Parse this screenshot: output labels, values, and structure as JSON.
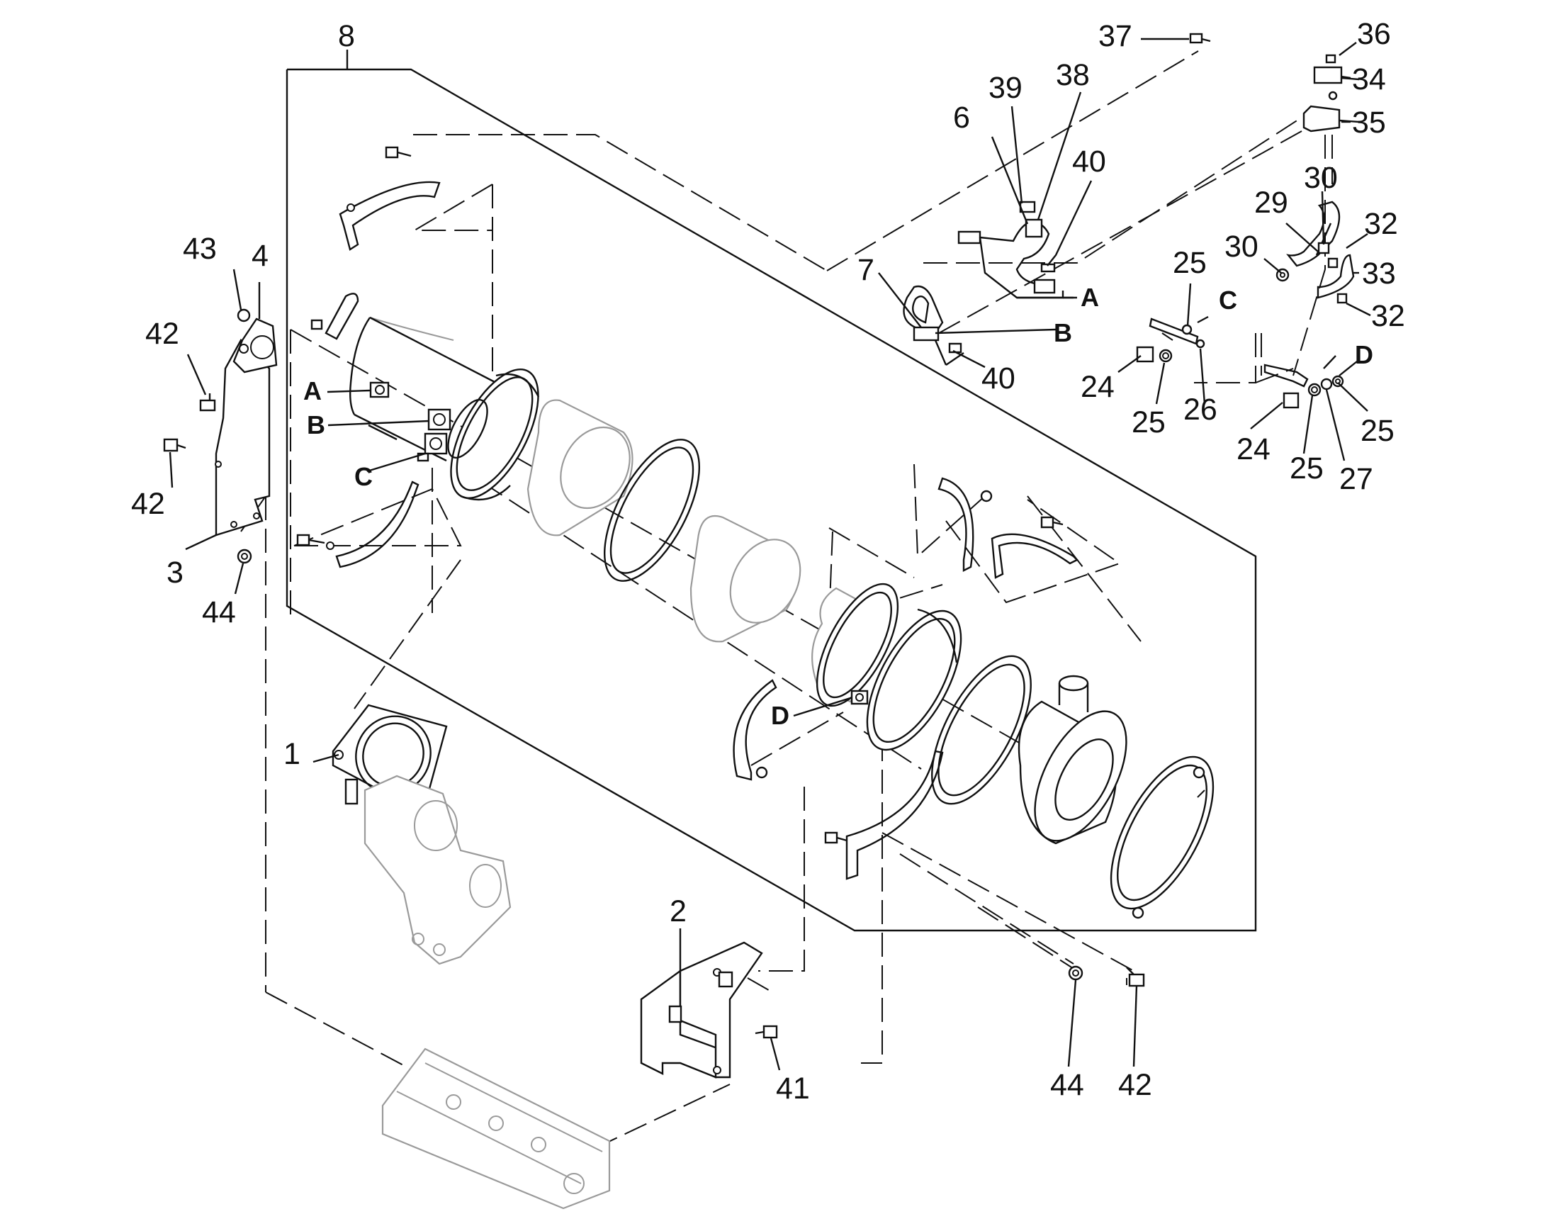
{
  "diagram": {
    "callouts": {
      "n1": "1",
      "n2": "2",
      "n3": "3",
      "n4": "4",
      "n6": "6",
      "n7": "7",
      "n8": "8",
      "n24a": "24",
      "n24b": "24",
      "n25a": "25",
      "n25b": "25",
      "n25c": "25",
      "n25d": "25",
      "n26": "26",
      "n27": "27",
      "n29": "29",
      "n30a": "30",
      "n30b": "30",
      "n32a": "32",
      "n32b": "32",
      "n33": "33",
      "n34": "34",
      "n35": "35",
      "n36": "36",
      "n37": "37",
      "n38": "38",
      "n39": "39",
      "n40a": "40",
      "n40b": "40",
      "n41": "41",
      "n42a": "42",
      "n42b": "42",
      "n42c": "42",
      "n43": "43",
      "n44a": "44",
      "n44b": "44"
    },
    "refs": {
      "a1": "A",
      "a2": "A",
      "b1": "B",
      "b2": "B",
      "c1": "C",
      "c2": "C",
      "d1": "D",
      "d2": "D"
    }
  }
}
